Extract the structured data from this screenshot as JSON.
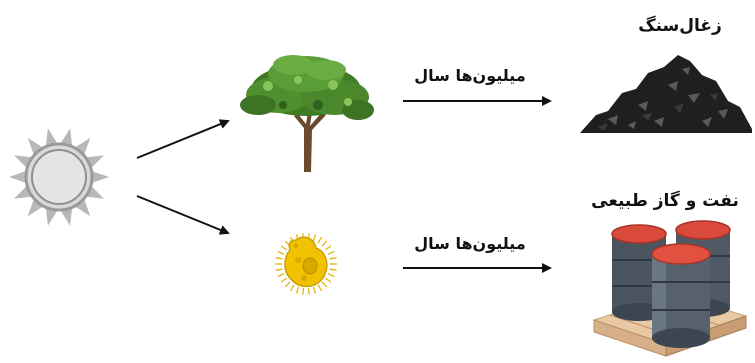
{
  "diagram": {
    "labels": {
      "coal": "زغال‌سنگ",
      "oil_gas": "نفت و گاز طبیعی",
      "time_top": "میلیون‌ها سال",
      "time_bottom": "میلیون‌ها سال"
    },
    "icons": {
      "source": "sun-icon",
      "plant": "tree-icon",
      "microorganism": "microorganism-icon",
      "fuel_solid": "coal-pile-icon",
      "fuel_liquid": "oil-barrels-icon"
    },
    "colors": {
      "sun_fill": "#dcdcdc",
      "sun_stroke": "#9a9a9a",
      "tree_foliage": "#4f8f2f",
      "tree_trunk": "#6b4a2e",
      "microbe_fill": "#f2c200",
      "coal": "#1f1f1f",
      "barrel_body": "#4a5560",
      "barrel_lid": "#d94a3a",
      "pallet": "#e6c3a0",
      "arrow": "#111111"
    }
  }
}
